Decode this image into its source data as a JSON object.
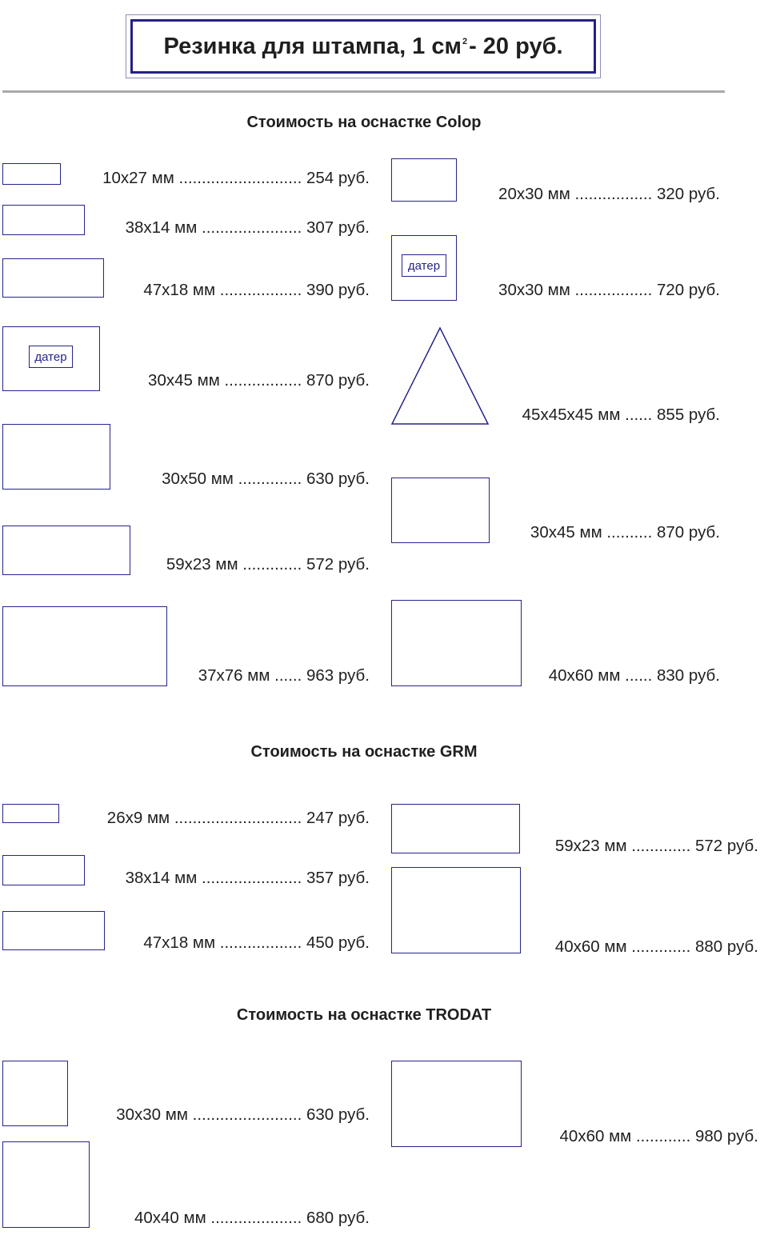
{
  "header": {
    "title_main": "Резинка для штампа, 1 см",
    "title_sup": "2",
    "title_tail": " - 20 руб."
  },
  "sections": {
    "colop": {
      "title": "Стоимость на оснастке Colop",
      "left": [
        "10x27 мм ........................... 254 руб.",
        "38x14 мм ...................... 307 руб.",
        "47x18 мм .................. 390 руб.",
        "30x45 мм ................. 870 руб.",
        "30x50 мм .............. 630 руб.",
        "59x23 мм ............. 572 руб.",
        "37x76 мм ...... 963 руб."
      ],
      "right": [
        "20x30 мм ................. 320 руб.",
        "30x30 мм ................. 720 руб.",
        "45x45x45 мм ...... 855 руб.",
        "30x45 мм .......... 870 руб.",
        "40x60 мм ...... 830 руб."
      ],
      "dater_label": "датер"
    },
    "grm": {
      "title": "Стоимость на оснастке GRM",
      "left": [
        "26x9 мм ............................ 247 руб.",
        "38x14 мм ...................... 357 руб.",
        "47x18 мм .................. 450 руб."
      ],
      "right": [
        "59x23 мм ............. 572 руб.",
        "40x60 мм ............. 880 руб."
      ]
    },
    "trodat": {
      "title": "Стоимость на оснастке TRODAT",
      "left": [
        "30x30 мм ........................ 630 руб.",
        "40x40 мм .................... 680 руб."
      ],
      "right": [
        "40x60 мм ............ 980 руб."
      ]
    }
  },
  "colors": {
    "outline": "#262387",
    "text": "#1f1f1f",
    "rule": "#a9a9a9"
  }
}
